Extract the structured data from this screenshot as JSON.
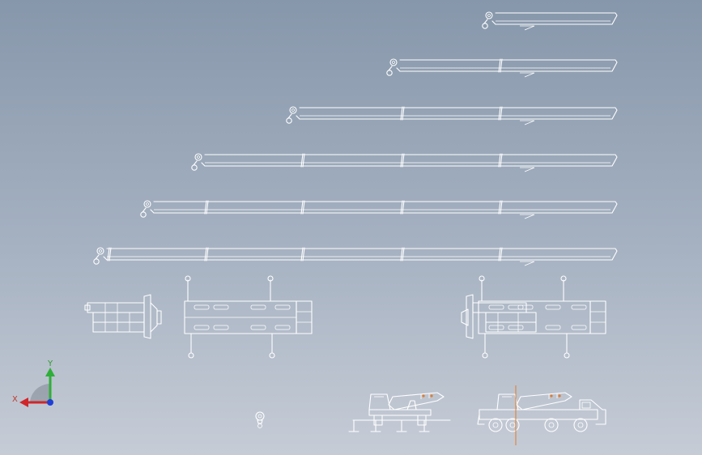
{
  "viewport": {
    "background_top": "#8797ab",
    "background_bottom": "#c6ccd6",
    "line_color": "#ffffff",
    "accent_orange": "#e07b2a"
  },
  "boom_drawings": [
    {
      "id": "boom-1-section",
      "sections": 1
    },
    {
      "id": "boom-2-sections",
      "sections": 2
    },
    {
      "id": "boom-3-sections",
      "sections": 3
    },
    {
      "id": "boom-4-sections",
      "sections": 4
    },
    {
      "id": "boom-5-sections",
      "sections": 5
    },
    {
      "id": "boom-6-sections",
      "sections": 6
    }
  ],
  "views": [
    {
      "name": "turntable-side-view"
    },
    {
      "name": "chassis-top-view-left"
    },
    {
      "name": "chassis-top-view-right"
    },
    {
      "name": "hook-block"
    },
    {
      "name": "crane-side-view-outriggers"
    },
    {
      "name": "crane-side-view-wheels"
    }
  ],
  "triad": {
    "x_label": "X",
    "y_label": "Y",
    "x_color": "#d0262a",
    "y_color": "#2fae3a",
    "z_color": "#1f3fd6"
  }
}
